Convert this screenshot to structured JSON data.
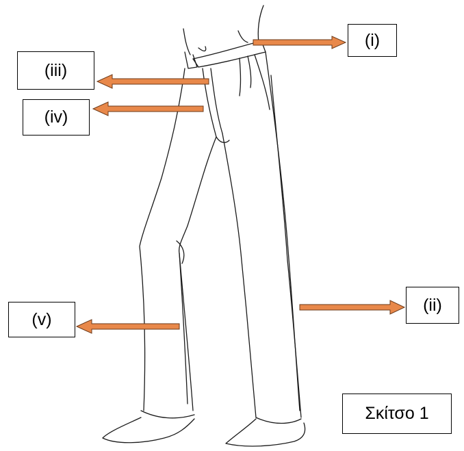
{
  "labels": {
    "i": "(i)",
    "ii": "(ii)",
    "iii": "(iii)",
    "iv": "(iv)",
    "v": "(v)"
  },
  "caption": "Σκίτσο 1",
  "colors": {
    "arrow": "#e8884a",
    "arrow_outline": "#6b3a1a",
    "line": "#1a1a1a"
  }
}
